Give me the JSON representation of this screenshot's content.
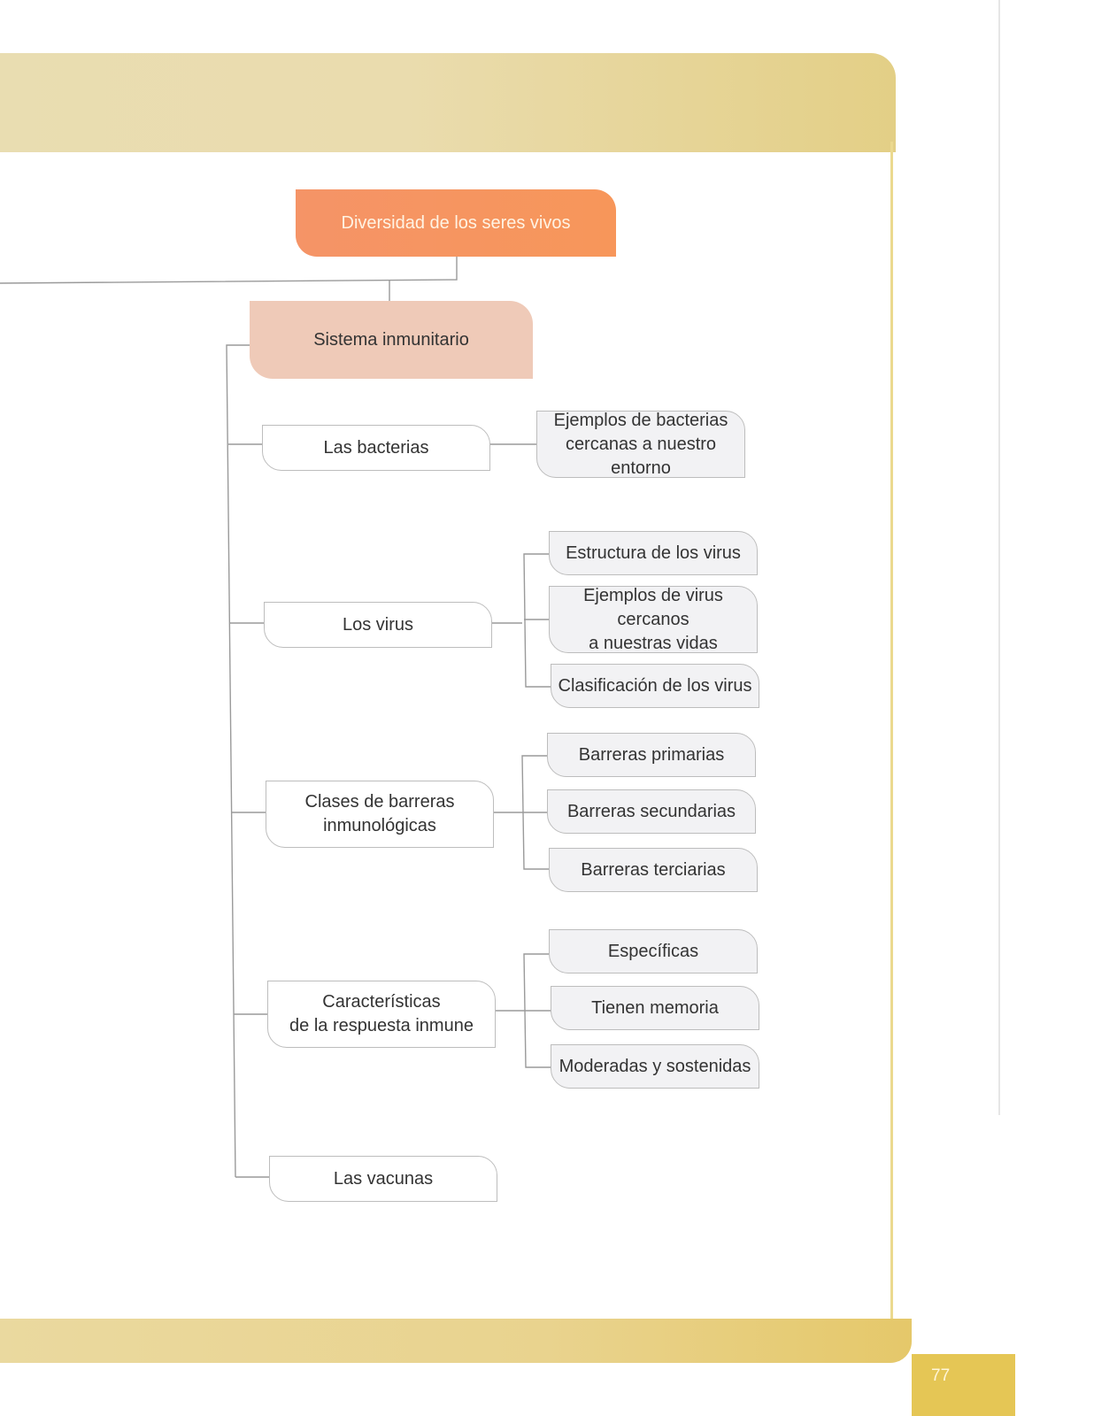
{
  "diagram": {
    "root": {
      "label": "Diversidad de los seres vivos"
    },
    "level1": {
      "label": "Sistema inmunitario"
    },
    "topics": [
      {
        "label": "Las bacterias",
        "children": [
          "Ejemplos de bacterias\ncercanas a nuestro entorno"
        ]
      },
      {
        "label": "Los virus",
        "children": [
          "Estructura de los virus",
          "Ejemplos de virus cercanos\na nuestras vidas",
          "Clasificación de los virus"
        ]
      },
      {
        "label": "Clases de barreras\ninmunológicas",
        "children": [
          "Barreras primarias",
          "Barreras secundarias",
          "Barreras terciarias"
        ]
      },
      {
        "label": "Características\nde la respuesta inmune",
        "children": [
          "Específicas",
          "Tienen memoria",
          "Moderadas y sostenidas"
        ]
      },
      {
        "label": "Las vacunas",
        "children": []
      }
    ]
  },
  "page": {
    "number": "77"
  },
  "colors": {
    "root_fill": "#f7965a",
    "level1_fill": "#efcab8",
    "band": "#e9dcae",
    "page_number_box": "#e5c655"
  }
}
